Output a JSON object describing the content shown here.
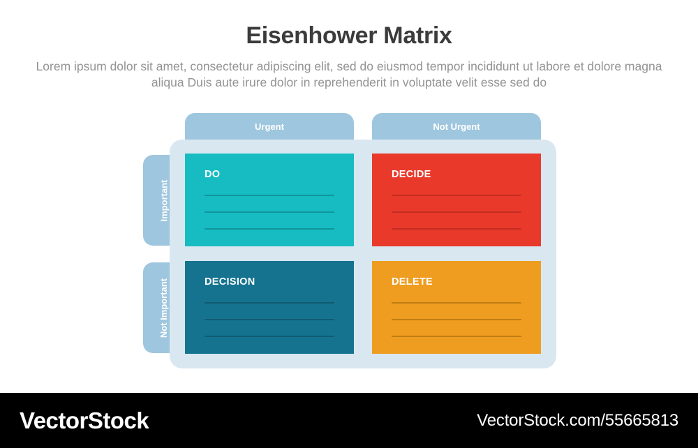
{
  "header": {
    "title": "Eisenhower Matrix",
    "subtitle": "Lorem ipsum dolor sit amet, consectetur adipiscing elit, sed do eiusmod tempor incididunt ut labore et dolore magna aliqua Duis aute irure dolor in reprehenderit in voluptate velit esse sed do"
  },
  "matrix": {
    "column_headers": [
      {
        "label": "Urgent"
      },
      {
        "label": "Not Urgent"
      }
    ],
    "row_labels": [
      {
        "label": "Important"
      },
      {
        "label": "Not Important"
      }
    ],
    "quadrants": [
      {
        "title": "DO",
        "color": "#16bcc2",
        "line_color": "#10969b",
        "lines": 3
      },
      {
        "title": "DECIDE",
        "color": "#e8392b",
        "line_color": "#c22d21",
        "lines": 3
      },
      {
        "title": "DECISION",
        "color": "#15738f",
        "line_color": "#115b71",
        "lines": 3
      },
      {
        "title": "DELETE",
        "color": "#ee9d20",
        "line_color": "#c07d13",
        "lines": 3
      }
    ],
    "panel_color": "#d9e7f1",
    "tab_color": "#9ec6de"
  },
  "footer": {
    "brand": "VectorStock",
    "url": "VectorStock.com/55665813"
  }
}
